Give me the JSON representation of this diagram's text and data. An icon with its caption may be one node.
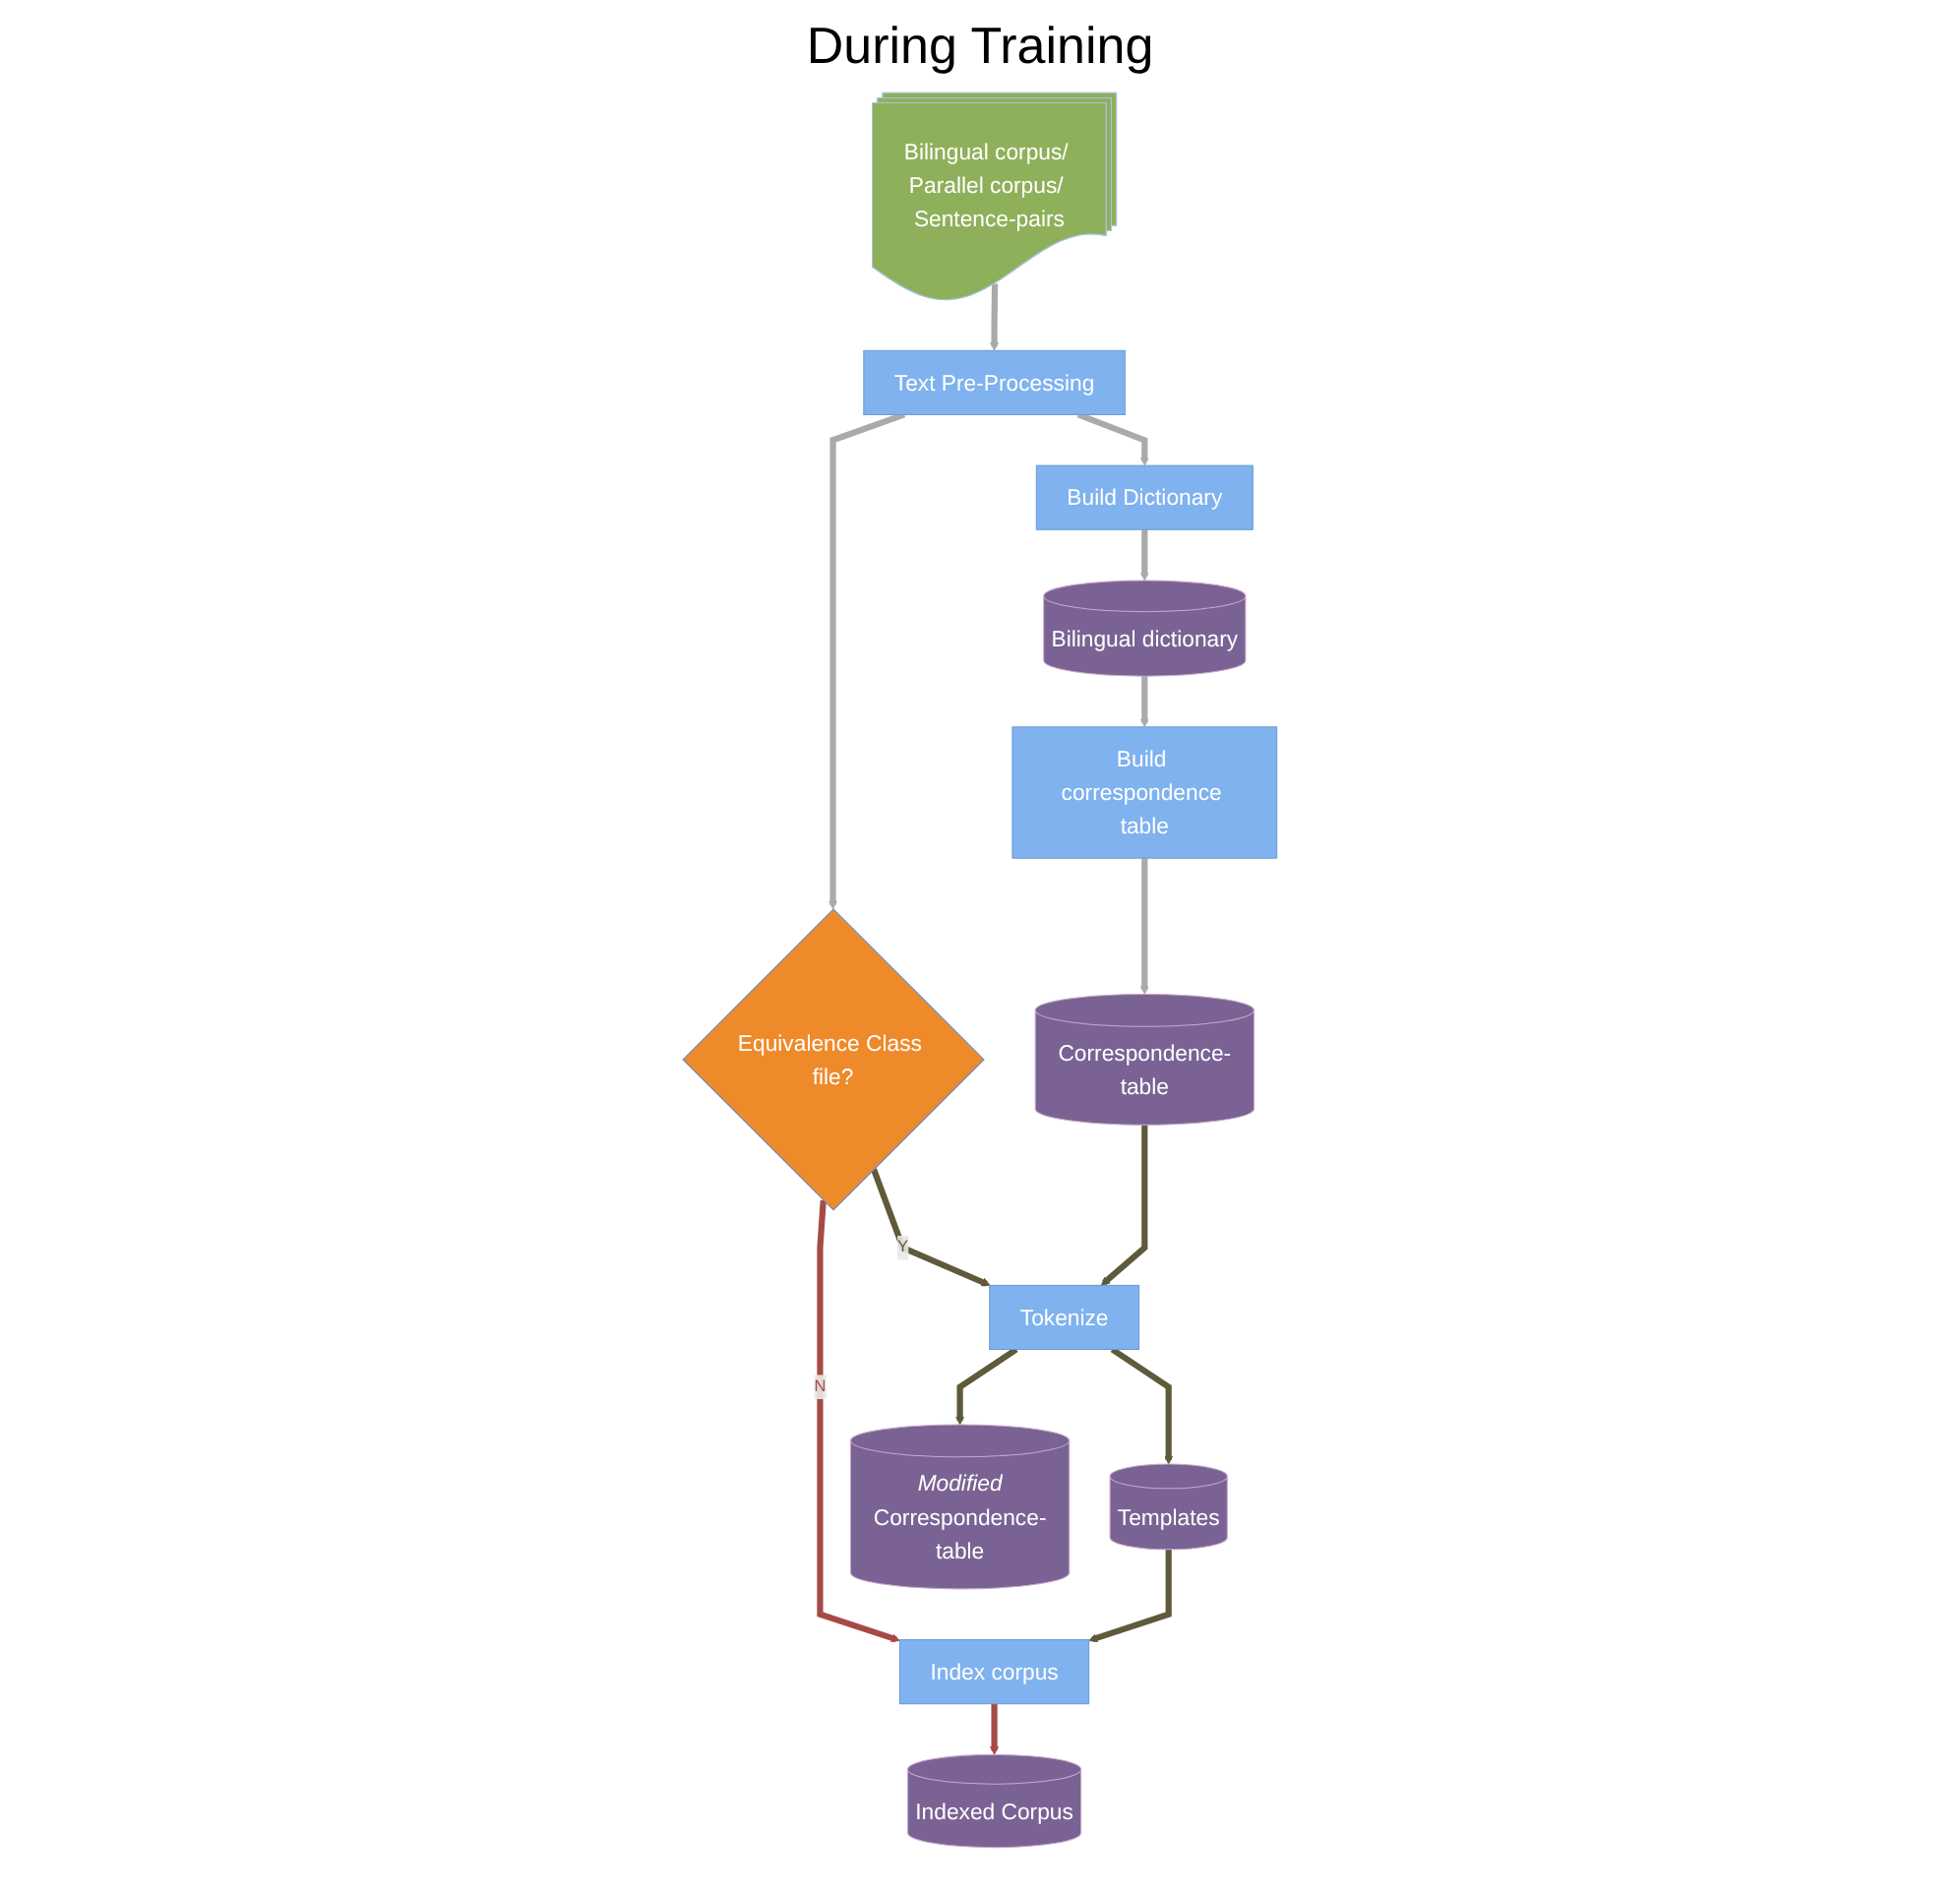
{
  "diagram": {
    "title": "During Training",
    "nodes": [
      {
        "text": [
          "Bilingual corpus/ Parallel corpus/ Sentence-pairs"
        ]
      },
      {
        "text": [
          "Text Pre-Processing"
        ]
      },
      {
        "text": [
          "Equivalence Class file?"
        ]
      },
      {
        "text": [
          "Build Dictionary"
        ]
      },
      {
        "text": [
          "Index corpus"
        ]
      },
      {
        "text": [
          "Tokenize"
        ]
      },
      {
        "text": [
          "Bilingual dictionary"
        ]
      },
      {
        "text": [
          "Indexed Corpus"
        ]
      },
      {
        "text": [
          "Templates"
        ]
      },
      {
        "text": [
          "Build correspondence table"
        ]
      },
      {
        "text": [
          "Modified",
          "Correspondence-table"
        ]
      },
      {
        "text": [
          "Correspondence-table"
        ]
      }
    ],
    "edges": [
      {
        "from": 0,
        "to": 1,
        "arrow": "to"
      },
      {
        "from": 1,
        "to": 2,
        "arrow": "to"
      },
      {
        "from": 1,
        "to": 3,
        "arrow": "to"
      },
      {
        "from": 2,
        "to": 4,
        "arrow": "to",
        "label": "N",
        "color": "#a64a45"
      },
      {
        "from": 2,
        "to": 5,
        "arrow": "to",
        "label": "Y",
        "color": "#5e5a3a"
      },
      {
        "from": 3,
        "to": 6,
        "arrow": "to"
      },
      {
        "from": 4,
        "to": 7,
        "arrow": "to",
        "color": "#a64a45"
      },
      {
        "from": 5,
        "to": 8,
        "arrow": "to",
        "color": "#5e5a3a"
      },
      {
        "from": 8,
        "to": 4,
        "arrow": "to",
        "color": "#5e5a3a"
      },
      {
        "from": 5,
        "to": 10,
        "arrow": "to",
        "color": "#5e5a3a"
      },
      {
        "from": 6,
        "to": 9,
        "arrow": "to"
      },
      {
        "from": 9,
        "to": 11,
        "arrow": "to"
      },
      {
        "from": 11,
        "to": 5,
        "arrow": "to",
        "color": "#5e5a3a"
      }
    ]
  }
}
